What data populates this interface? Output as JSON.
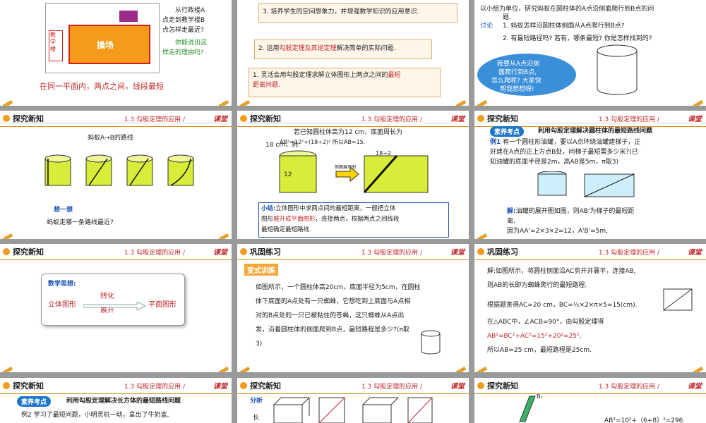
{
  "common": {
    "section_label": "探究新知",
    "practice_label": "巩固练习",
    "chapter": "1.3  勾股定理的应用 / ",
    "brand": "课堂"
  },
  "s1": {
    "q1": "从行政楼A",
    "q2": "点走到教学楼B",
    "q3": "点怎样走最近?",
    "q4": "你能说出这",
    "q5": "样走的理由吗?",
    "bottom": "在同一平面内，两点之间，线段最短",
    "building": "教学楼",
    "field": "操场"
  },
  "s2": {
    "g3": "3. 培养学生的空间想象力，并增强数学知识的应用意识.",
    "g2a": "2. 运用",
    "g2b": "勾股定理及其逆定理",
    "g2c": "解决简单的实际问题.",
    "g1a": "1. 灵活会用勾股定理求解立体图形上两点之间的",
    "g1b": "最短",
    "g1c": "距离问题",
    "g1d": "."
  },
  "s3": {
    "p1": "以小组为单位，研究蚂蚁在圆柱体的A点沿侧面爬行到B点的问",
    "p2": "题.",
    "tag": "讨论",
    "q1": "1. 蚂蚁怎样沿圆柱体侧面从A点爬行到B点?",
    "q2": "2. 有最短路径吗? 若有，哪条最短? 你是怎样找到的?",
    "cloud1": "我要从A点沿侧",
    "cloud2": "面爬行到B点,",
    "cloud3": "怎么爬呢? 大家快",
    "cloud4": "帮我想想呀!"
  },
  "s4": {
    "title": "蚂蚁A→B的路线",
    "think": "想一想",
    "q": "蚂蚁走哪一条路线最近?"
  },
  "s5": {
    "l1": "若已知圆柱体高为12 cm，底面周长为",
    "l2": "18 cm，则:",
    "l3": "AB²=12²+(18÷2)²  所以AB=15.",
    "h": "12",
    "top": "18÷2",
    "arrow": "侧面展开图",
    "sum_a": "小结:",
    "sum_b": "立体图形中求两点间的最短距离，一般把立体",
    "sum_c": "图形",
    "sum_d": "展开成平面图形",
    "sum_e": "，连接两点，根据两点之间线段",
    "sum_f": "最短确定最短路线."
  },
  "s6": {
    "badge": "素养考点",
    "title": "利用勾股定理解决圆柱体的最短路线问题",
    "ex_a": "例1",
    "ex_b": "有一个圆柱形油罐，要以A点环绕油罐建梯子，正",
    "ex_c": "好建在A点的正上方点B处，问梯子最短需多少米?(已",
    "ex_d": "知油罐的底面半径是2m，高AB是5m，π取3)",
    "sol_a": "解:",
    "sol_b": "油罐的展开图如图，则AB'为梯子的最短距",
    "sol_c": "离.",
    "sol_d": "因为AA'=2×3×2=12，A'B'=5m,"
  },
  "s7": {
    "title": "数学思想:",
    "left": "立体图形",
    "top": "转化",
    "bottom": "展开",
    "right": "平面图形"
  },
  "s8": {
    "tag": "变式训练",
    "l1": "如图所示，一个圆柱体高20cm，底面半径为5cm，在圆柱",
    "l2": "体下底面的A点处有一只蜘蛛，它想吃到上底面与A点相",
    "l3": "对的B点处的一只已被粘住的苍蝇，这只蜘蛛从A点出",
    "l4": "发，沿着圆柱体的侧面爬到B点，最短路程是多少?(π取",
    "l5": "3)"
  },
  "s9": {
    "l1": "解:如图所示，将圆柱侧面沿AC剪开并展平，连接AB,",
    "l2": "则AB的长即为蜘蛛爬行的最短路程.",
    "l3": "根据题意得AC=20 cm，BC=½×2×π×5=15(cm).",
    "l4": "在△ABC中，∠ACB=90°，由勾股定理得",
    "l5": "AB²=BC²+AC²=15²+20²=25²,",
    "l6": "所以AB=25 cm，最短路程是25cm."
  },
  "s10": {
    "badge": "素养考点",
    "title": "利用勾股定理解决长方体的最短路线问题",
    "ex": "例2  学习了最短问题，小明灵机一动，拿出了牛奶盒,"
  },
  "s11": {
    "a": "分析",
    "b": "长"
  },
  "s12": {
    "a": "B₁",
    "b": "AB²=10²+（6+8）²=296"
  }
}
